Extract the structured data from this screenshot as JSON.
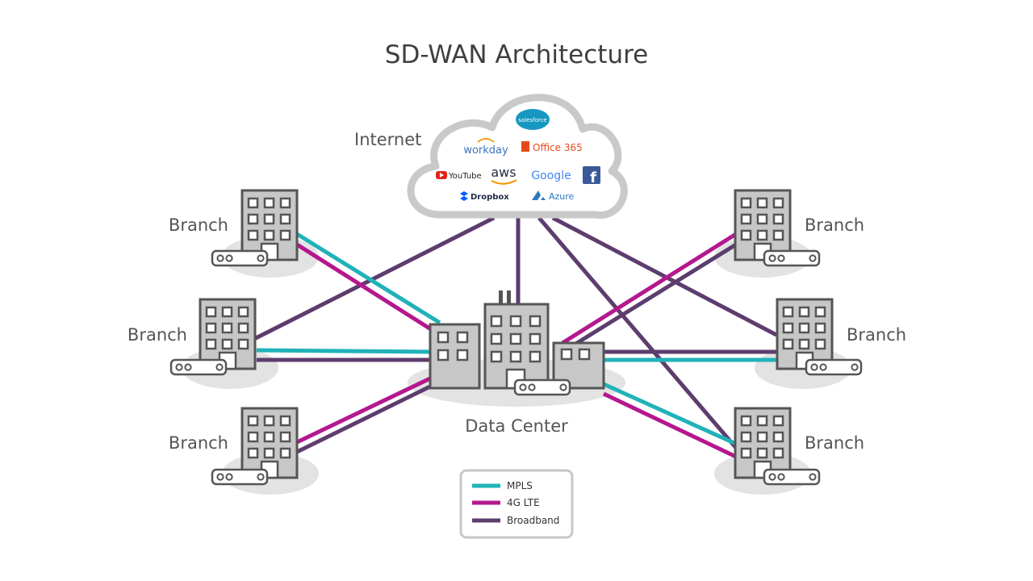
{
  "title": "SD-WAN Architecture",
  "internet_label": "Internet",
  "cloud_apps": [
    {
      "name": "salesforce",
      "color": "#1798c1"
    },
    {
      "name": "workday",
      "color": "#3a74b8"
    },
    {
      "name": "Office 365",
      "color": "#e64a19"
    },
    {
      "name": "YouTube",
      "color": "#222222"
    },
    {
      "name": "aws",
      "color": "#232f3e"
    },
    {
      "name": "Google",
      "color": "#4285f4"
    },
    {
      "name": "f",
      "color": "#3b5998"
    },
    {
      "name": "Dropbox",
      "color": "#1e2a44"
    },
    {
      "name": "Azure",
      "color": "#2a7ac0"
    }
  ],
  "branches": [
    "Branch",
    "Branch",
    "Branch",
    "Branch",
    "Branch",
    "Branch"
  ],
  "data_center_label": "Data Center",
  "legend": [
    {
      "label": "MPLS",
      "color": "#20b2b8"
    },
    {
      "label": "4G LTE",
      "color": "#b5178e"
    },
    {
      "label": "Broadband",
      "color": "#5c3d6e"
    }
  ]
}
